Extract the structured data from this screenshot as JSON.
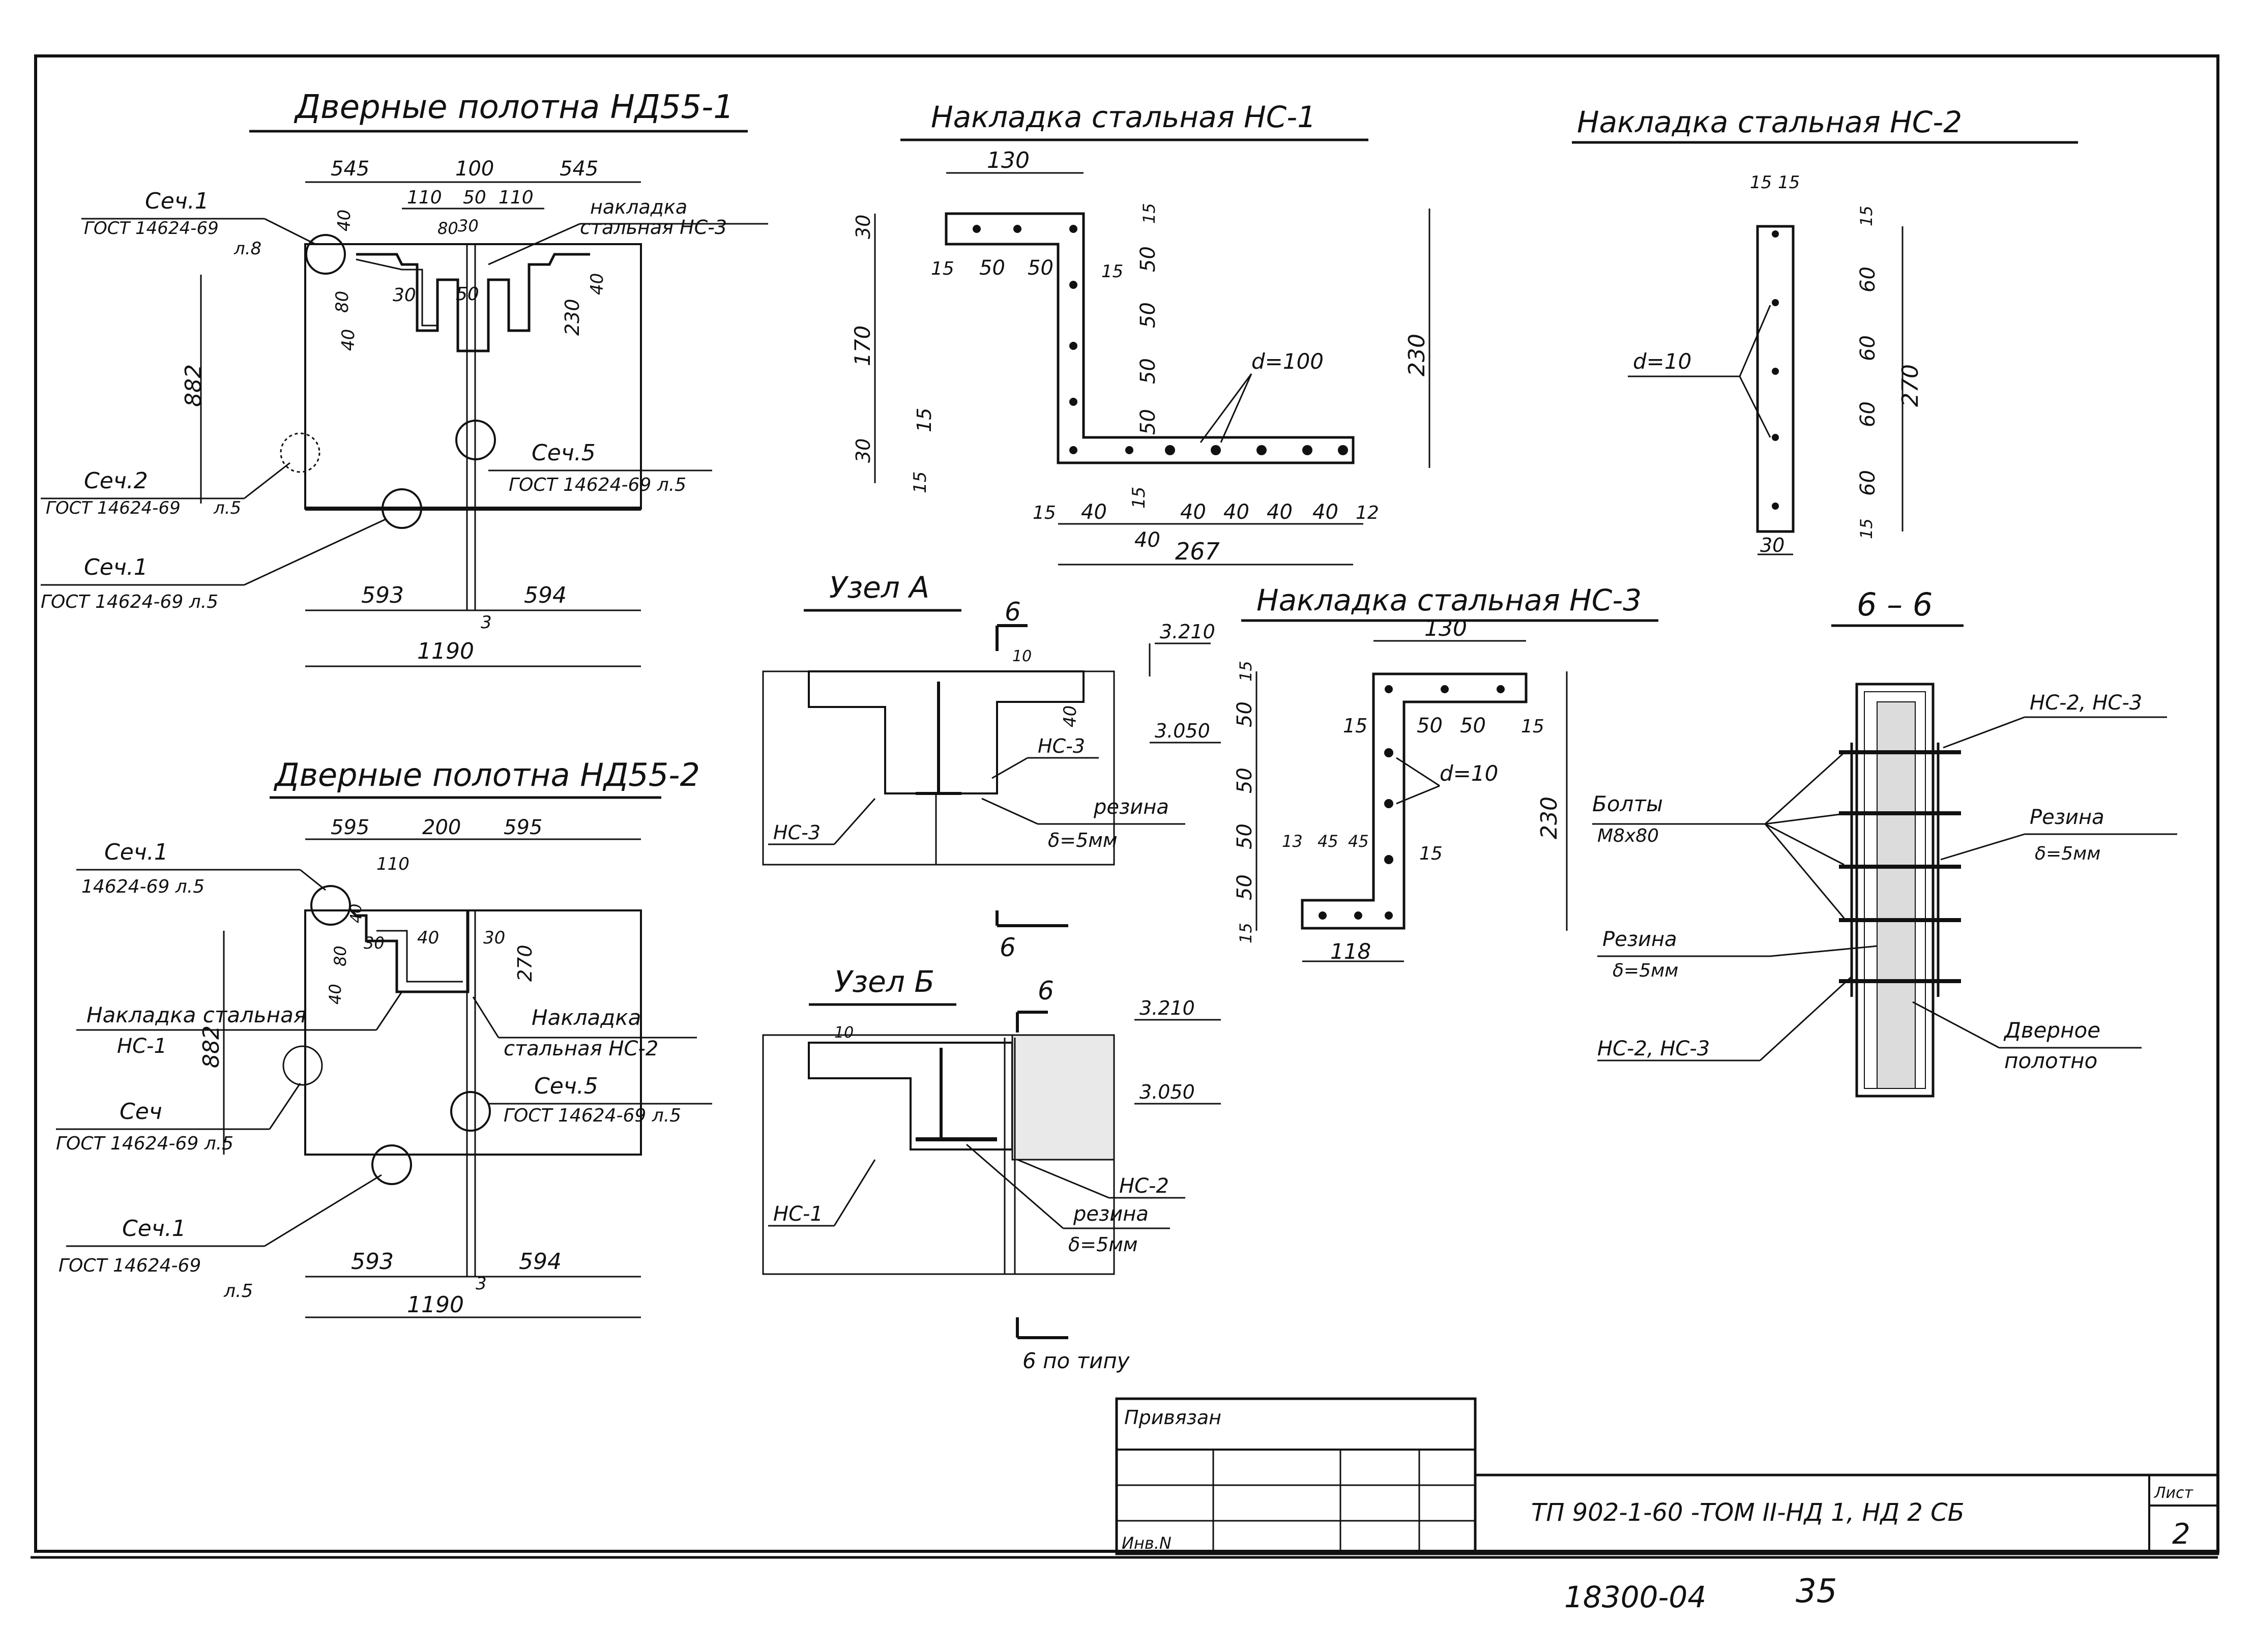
{
  "titles": {
    "nd55_1": "Дверные полотна НД55-1",
    "nc1": "Накладка стальная НС-1",
    "nc2": "Накладка стальная НС-2",
    "uzel_a": "Узел А",
    "nc3": "Накладка стальная НС-3",
    "section66": "6 – 6",
    "nd55_2": "Дверные полотна НД55-2",
    "uzel_b": "Узел Б"
  },
  "nd55_1": {
    "dims_top": [
      "545",
      "100",
      "545",
      "110",
      "50",
      "110",
      "30"
    ],
    "dims_inner": [
      "30",
      "40",
      "80",
      "50",
      "80",
      "230",
      "40",
      "40"
    ],
    "dim_height": "882",
    "dim_halves": [
      "593",
      "594"
    ],
    "dim_total": "1190",
    "gap": "3",
    "nakladka_label": [
      "накладка",
      "стальная НС-3"
    ],
    "callouts": [
      {
        "name": "Сеч.1",
        "ref": "ГОСТ 14624-69",
        "sheet": "л.8"
      },
      {
        "name": "Сеч.2",
        "ref": "ГОСТ 14624-69",
        "sheet": "л.5"
      },
      {
        "name": "Сеч.1",
        "ref": "ГОСТ 14624-69 л.5",
        "sheet": ""
      },
      {
        "name": "Сеч.5",
        "ref": "ГОСТ 14624-69 л.5",
        "sheet": ""
      }
    ]
  },
  "nc1": {
    "dim_top": "130",
    "dims_left": [
      "30",
      "170",
      "30",
      "15",
      "15"
    ],
    "dims_row": [
      "15",
      "50",
      "50",
      "15"
    ],
    "dims_right": [
      "15",
      "50",
      "50",
      "50",
      "50"
    ],
    "dim_height": "230",
    "hole": "d=100",
    "dims_bottom": [
      "15",
      "40",
      "15",
      "40",
      "40",
      "40",
      "40",
      "12"
    ],
    "dim_bottom2": "40",
    "dim_total": "267"
  },
  "nc2": {
    "dims_top": [
      "15",
      "15"
    ],
    "hole": "d=10",
    "dims_right": [
      "15",
      "60",
      "60",
      "60",
      "60",
      "15"
    ],
    "dim_height": "270",
    "dim_bottom": "30"
  },
  "uzel_a": {
    "section_mark": "6",
    "levels": [
      "3.210",
      "3.050"
    ],
    "dims": [
      "10",
      "40"
    ],
    "labels": [
      "НС-3",
      "НС-3",
      "резина",
      "δ=5мм"
    ]
  },
  "nc3": {
    "dim_top": "130",
    "dims_left": [
      "15",
      "50",
      "50",
      "50",
      "50",
      "15"
    ],
    "dims_row": [
      "15",
      "50",
      "50",
      "15"
    ],
    "hole": "d=10",
    "dims_inner": [
      "13",
      "45",
      "45",
      "15"
    ],
    "dim_height": "230",
    "dim_bottom": "118"
  },
  "section66": {
    "labels": [
      "НС-2, НС-3",
      "Болты",
      "М8х80",
      "Резина",
      "δ=5мм",
      "Резина",
      "δ=5мм",
      "НС-2, НС-3",
      "Дверное",
      "полотно"
    ]
  },
  "nd55_2": {
    "dims_top": [
      "595",
      "200",
      "595"
    ],
    "dims_inner": [
      "110",
      "40",
      "30",
      "40",
      "30",
      "80",
      "40",
      "270"
    ],
    "dim_height": "882",
    "dim_halves": [
      "593",
      "594"
    ],
    "dim_total": "1190",
    "gap": "3",
    "nc1_label": [
      "Накладка стальная",
      "НС-1"
    ],
    "nc2_label": [
      "Накладка",
      "стальная НС-2"
    ],
    "callouts": [
      {
        "name": "Сеч.1",
        "ref": "14624-69 л.5",
        "sheet": ""
      },
      {
        "name": "Сеч",
        "ref": "ГОСТ 14624-69 л.5",
        "sheet": ""
      },
      {
        "name": "Сеч.5",
        "ref": "ГОСТ 14624-69 л.5",
        "sheet": ""
      },
      {
        "name": "Сеч.1",
        "ref": "ГОСТ 14624-69",
        "sheet": "л.5"
      }
    ]
  },
  "uzel_b": {
    "section_mark": "6",
    "levels": [
      "3.210",
      "3.050"
    ],
    "dims": [
      "10"
    ],
    "labels": [
      "НС-1",
      "НС-2",
      "резина",
      "δ=5мм"
    ],
    "section_note": "6 по типу"
  },
  "stamp": {
    "privyazan": "Привязан",
    "inv": "Инв.N",
    "designation": "ТП 902-1-60 -ТОМ II-НД 1, НД 2 СБ",
    "list_label": "Лист",
    "list_no": "2"
  },
  "footer": {
    "code": "18300-04",
    "page": "35"
  }
}
